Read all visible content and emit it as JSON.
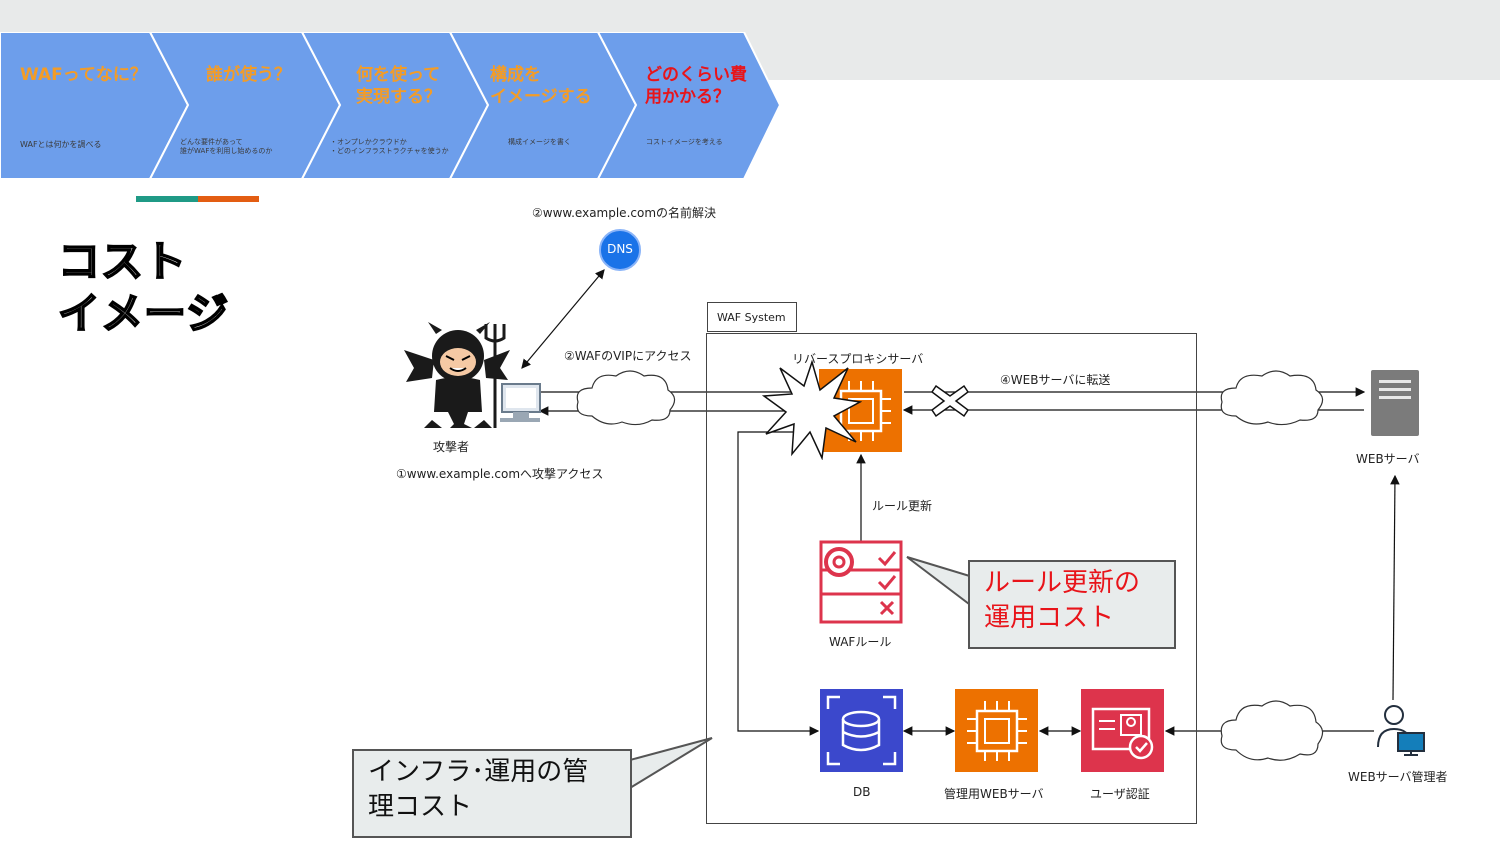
{
  "steps": [
    {
      "title": "WAFってなに？",
      "desc": "WAFとは何かを調べる",
      "title_color": "#f39c27"
    },
    {
      "title": "誰が使う？",
      "desc": "どんな要件があって\n誰がWAFを利用し始めるのか",
      "title_color": "#f39c27"
    },
    {
      "title": "何を使って\n実現する？",
      "desc": "・オンプレかクラウドか\n・どのインフラストラクチャを使うか",
      "title_color": "#f39c27"
    },
    {
      "title": "構成を\nイメージする",
      "desc": "構成イメージを書く",
      "title_color": "#f39c27"
    },
    {
      "title": "どのくらい費\n用かかる？",
      "desc": "コストイメージを考える",
      "title_color": "#e8141a"
    }
  ],
  "heading": "コスト\nイメージ",
  "diagram": {
    "dns_label": "②www.example.comの名前解決",
    "dns_icon_text": "DNS",
    "attacker_label": "攻撃者",
    "attack_label": "①www.example.comへ攻撃アクセス",
    "vip_label": "②WAFのVIPにアクセス",
    "waf_system_label": "WAF System",
    "proxy_label": "リバースプロキシサーバ",
    "forward_label": "④WEBサーバに転送",
    "web_server_label": "WEBサーバ",
    "rule_update_label": "ルール更新",
    "waf_rule_label": "WAFルール",
    "db_label": "DB",
    "admin_web_label": "管理用WEBサーバ",
    "user_auth_label": "ユーザ認証",
    "web_admin_label": "WEBサーバ管理者",
    "callout_rule_cost": "ルール更新の\n運用コスト",
    "callout_infra_cost": "インフラ･運用の管\n理コスト"
  },
  "colors": {
    "chevron": "#6d9eeb",
    "aws_orange": "#ed7100",
    "aws_blue": "#3b48cc",
    "aws_red": "#dd344c",
    "dns_blue": "#1a73e8"
  }
}
